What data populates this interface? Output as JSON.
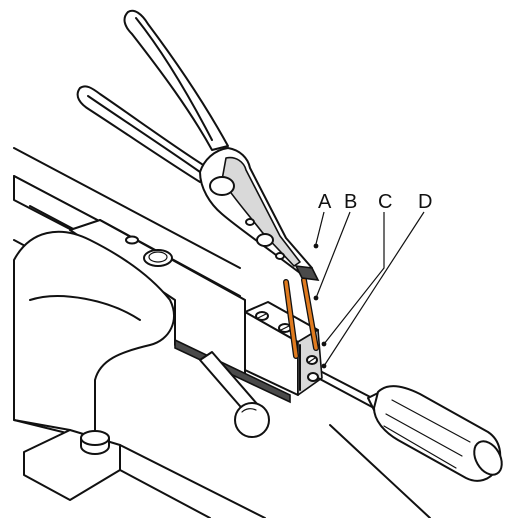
{
  "diagram": {
    "callouts": [
      {
        "id": "A",
        "label": "A"
      },
      {
        "id": "B",
        "label": "B"
      },
      {
        "id": "C",
        "label": "C"
      },
      {
        "id": "D",
        "label": "D"
      }
    ],
    "colors": {
      "wire": "#e07b1f",
      "outline": "#111111",
      "shading": "#d9d9d9",
      "background": "#ffffff"
    },
    "parts": [
      "pliers",
      "vise",
      "terminal-block",
      "wires",
      "screwdriver"
    ]
  }
}
